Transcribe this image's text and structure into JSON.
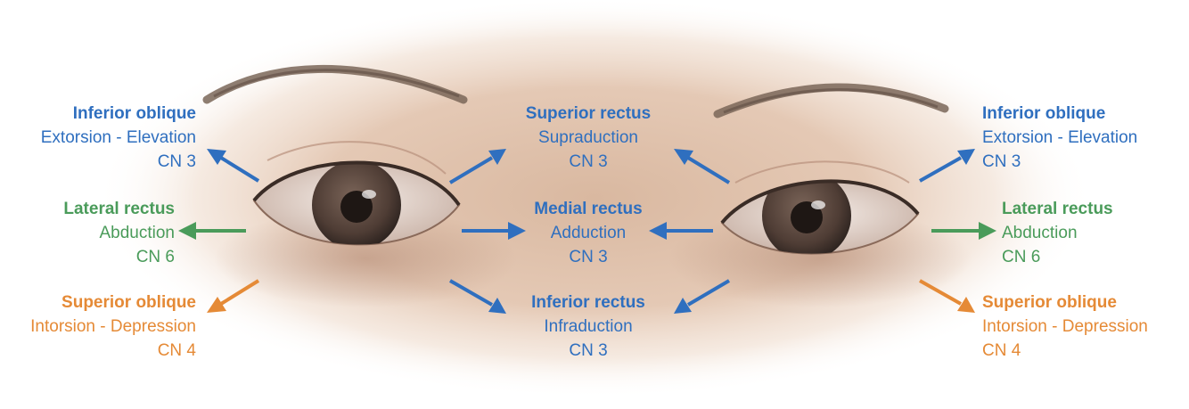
{
  "colors": {
    "blue": "#2f6fbf",
    "green": "#4a9b5a",
    "orange": "#e58a36",
    "skin": "#e2c3ad",
    "iris": "#5e4a40",
    "brow": "#7a6658"
  },
  "labels": {
    "left_io": {
      "title": "Inferior oblique",
      "action": "Extorsion - Elevation",
      "nerve": "CN 3"
    },
    "left_lr": {
      "title": "Lateral rectus",
      "action": "Abduction",
      "nerve": "CN 6"
    },
    "left_so": {
      "title": "Superior oblique",
      "action": "Intorsion - Depression",
      "nerve": "CN 4"
    },
    "mid_sr": {
      "title": "Superior rectus",
      "action": "Supraduction",
      "nerve": "CN 3"
    },
    "mid_mr": {
      "title": "Medial rectus",
      "action": "Adduction",
      "nerve": "CN 3"
    },
    "mid_ir": {
      "title": "Inferior rectus",
      "action": "Infraduction",
      "nerve": "CN 3"
    },
    "right_io": {
      "title": "Inferior oblique",
      "action": "Extorsion - Elevation",
      "nerve": "CN 3"
    },
    "right_lr": {
      "title": "Lateral rectus",
      "action": "Abduction",
      "nerve": "CN 6"
    },
    "right_so": {
      "title": "Superior oblique",
      "action": "Intorsion - Depression",
      "nerve": "CN 4"
    }
  }
}
